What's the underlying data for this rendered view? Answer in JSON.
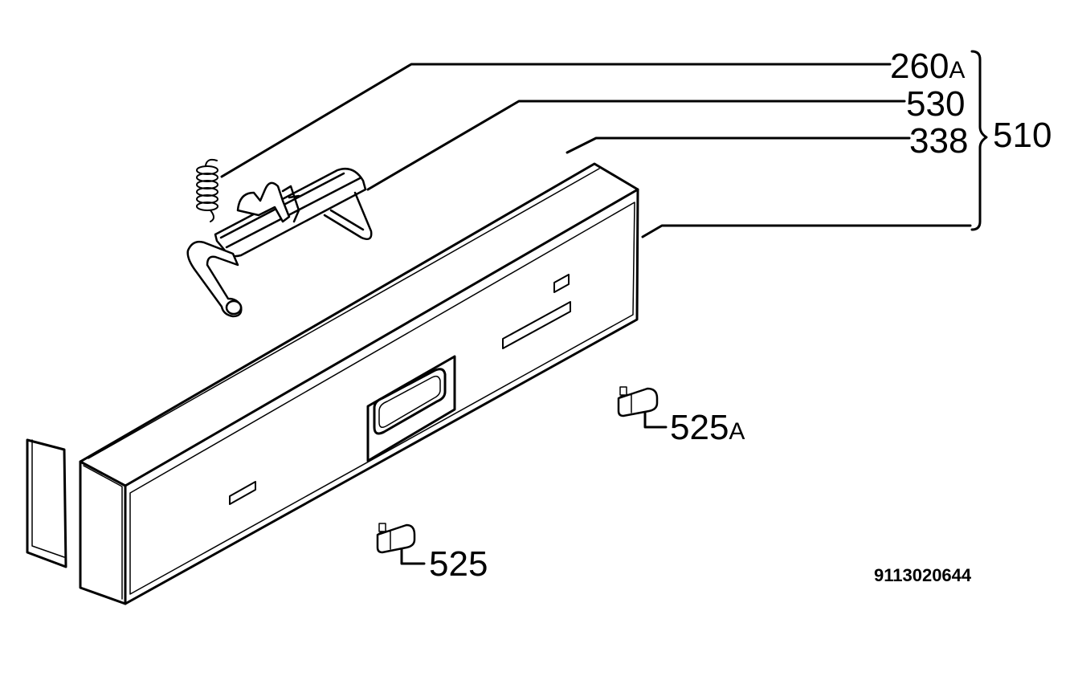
{
  "callouts": {
    "c260": {
      "num": "260",
      "suffix": "A"
    },
    "c530": "530",
    "c338": "338",
    "c510": "510",
    "c525a": {
      "num": "525",
      "suffix": "A"
    },
    "c525": "525"
  },
  "drawing_number": "9113020644",
  "colors": {
    "line": "#000000",
    "background": "#ffffff"
  }
}
